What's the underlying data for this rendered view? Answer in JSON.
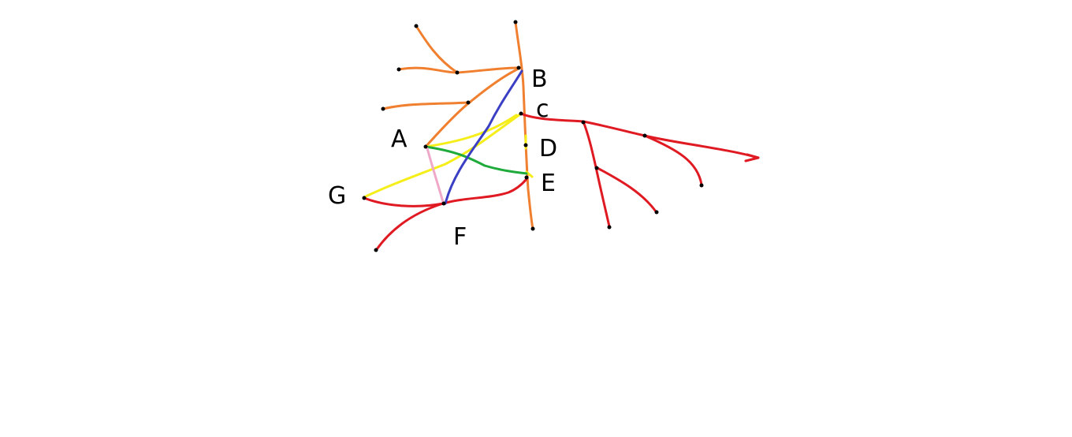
{
  "diagram": {
    "labels": {
      "A": "A",
      "B": "B",
      "C": "c",
      "D": "D",
      "E": "E",
      "F": "F",
      "G": "G"
    },
    "colors": {
      "background": "#ffffff",
      "orange": "#f08030",
      "red": "#e01a22",
      "yellow": "#f5ee1a",
      "green": "#1faa3c",
      "blue": "#3a3fc4",
      "pink": "#f0a8c8",
      "node": "#000000"
    }
  }
}
